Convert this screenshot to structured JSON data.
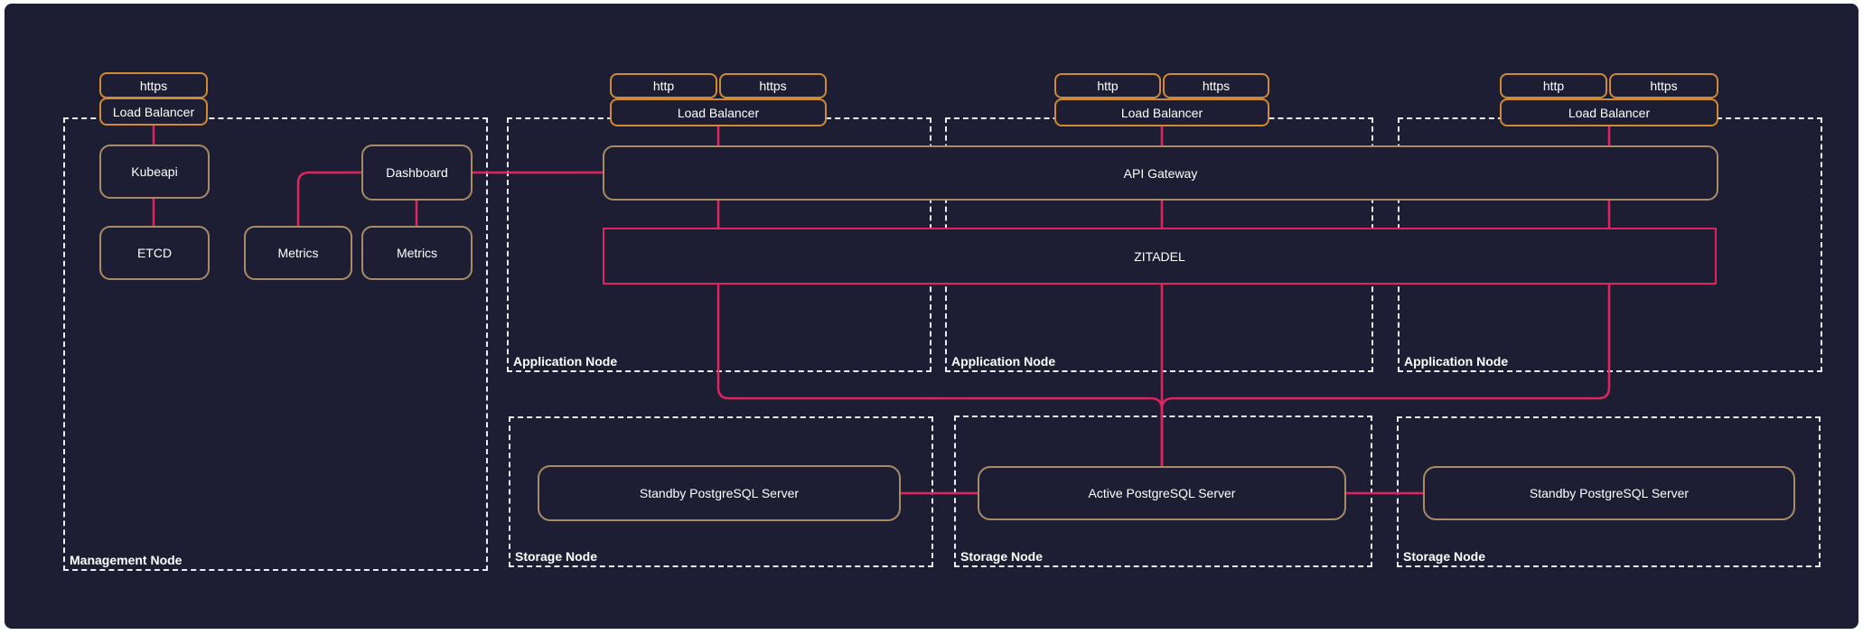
{
  "diagram": {
    "type": "architecture",
    "colors": {
      "background": "#1d1e33",
      "page_frame": "#ffffff",
      "group_border_dashed": "#eceef2",
      "node_border_tan": "#a98c66",
      "protocol_border_orange": "#cf8a33",
      "edge_and_highlight_pink": "#e0245f",
      "text": "#ffffff"
    },
    "groups": {
      "management": {
        "label": "Management Node"
      },
      "app1": {
        "label": "Application Node"
      },
      "app2": {
        "label": "Application Node"
      },
      "app3": {
        "label": "Application Node"
      },
      "storage1": {
        "label": "Storage Node"
      },
      "storage2": {
        "label": "Storage Node"
      },
      "storage3": {
        "label": "Storage Node"
      }
    },
    "nodes": {
      "mgmt_protocol_https": "https",
      "mgmt_lb": "Load Balancer",
      "kubeapi": "Kubeapi",
      "etcd": "ETCD",
      "metrics_left": "Metrics",
      "metrics_right": "Metrics",
      "dashboard": "Dashboard",
      "app1_http": "http",
      "app1_https": "https",
      "app1_lb": "Load Balancer",
      "app2_http": "http",
      "app2_https": "https",
      "app2_lb": "Load Balancer",
      "app3_http": "http",
      "app3_https": "https",
      "app3_lb": "Load Balancer",
      "api_gateway": "API Gateway",
      "zitadel": "ZITADEL",
      "storage1_db": "Standby PostgreSQL Server",
      "storage2_db": "Active PostgreSQL Server",
      "storage3_db": "Standby PostgreSQL Server"
    }
  }
}
